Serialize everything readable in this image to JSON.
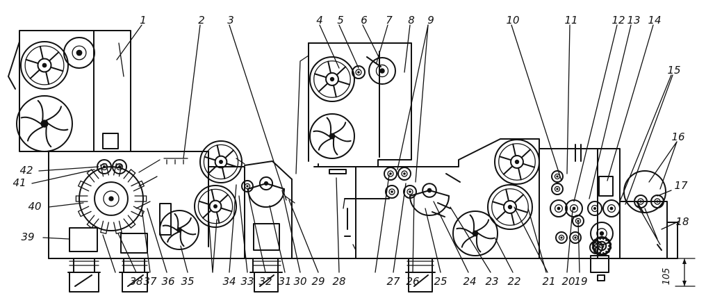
{
  "diagram": {
    "labels": [
      "1",
      "2",
      "3",
      "4",
      "5",
      "6",
      "7",
      "8",
      "9",
      "10",
      "11",
      "12",
      "13",
      "14",
      "15",
      "16",
      "17",
      "18",
      "19",
      "20",
      "21",
      "22",
      "23",
      "24",
      "25",
      "26",
      "27",
      "28",
      "29",
      "30",
      "31",
      "32",
      "33",
      "34",
      "35",
      "36",
      "37",
      "38",
      "39",
      "40",
      "41",
      "42"
    ],
    "dimension": "105"
  }
}
